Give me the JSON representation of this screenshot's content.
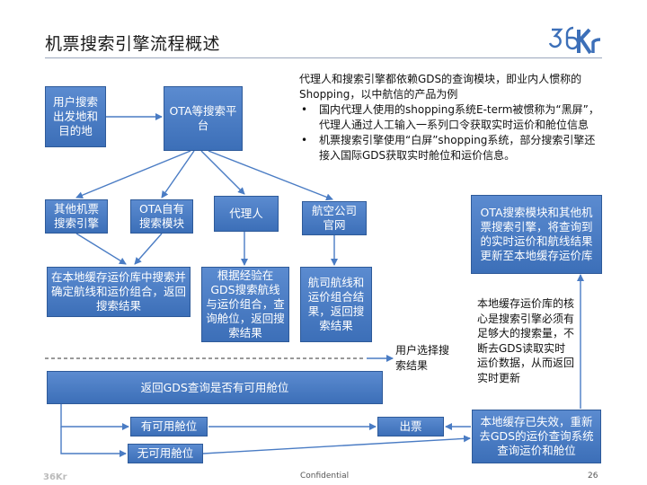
{
  "title": "机票搜索引擎流程概述",
  "brand_mark": "36Kr",
  "notes": {
    "intro": "代理人和搜索引擎都依赖GDS的查询模块，即业内人惯称的Shopping，以中航信的产品为例",
    "bullets": [
      "国内代理人使用的shopping系统E-term被惯称为“黑屏”，代理人通过人工输入一系列口令获取实时运价和舱位信息",
      "机票搜索引擎使用“白屏”shopping系统，部分搜索引擎还接入国际GDS获取实时舱位和运价信息。"
    ],
    "bullet_marker": "•"
  },
  "boxes": {
    "user_search": "用户搜索出发地和目的地",
    "ota_platform": "OTA等搜索平台",
    "other_engines": "其他机票搜索引擎",
    "ota_own": "OTA自有搜索模块",
    "agent": "代理人",
    "airline_site": "航空公司官网",
    "ota_gds_update": "OTA搜索模块和其他机票搜索引擎，将查询到的实时运价和航线结果更新至本地缓存运价库",
    "local_cache_search": "在本地缓存运价库中搜索并确定航线和运价组合，返回搜索结果",
    "agent_result": "根据经验在GDS搜索航线与运价组合，查询舱位，返回搜索结果",
    "airline_result": "航司航线和运价组合结果，返回搜索结果",
    "return_gds_check": "返回GDS查询是否有可用舱位",
    "has_seats": "有可用舱位",
    "issue_ticket": "出票",
    "no_seats": "无可用舱位",
    "cache_invalid": "本地缓存已失效，重新去GDS的运价查询系统查询运价和舱位"
  },
  "labels": {
    "user_select": "用户选择搜索结果",
    "cache_core": "本地缓存运价库的核心是搜索引擎必须有足够大的搜索量，不断去GDS读取实时运价数据，从而返回实时更新"
  },
  "footer": {
    "confidential": "Confidential",
    "page_number": "26"
  },
  "colors": {
    "box_fill": "#4a7cc4",
    "box_border": "#2e5a99",
    "arrow": "#4a7cc4"
  }
}
